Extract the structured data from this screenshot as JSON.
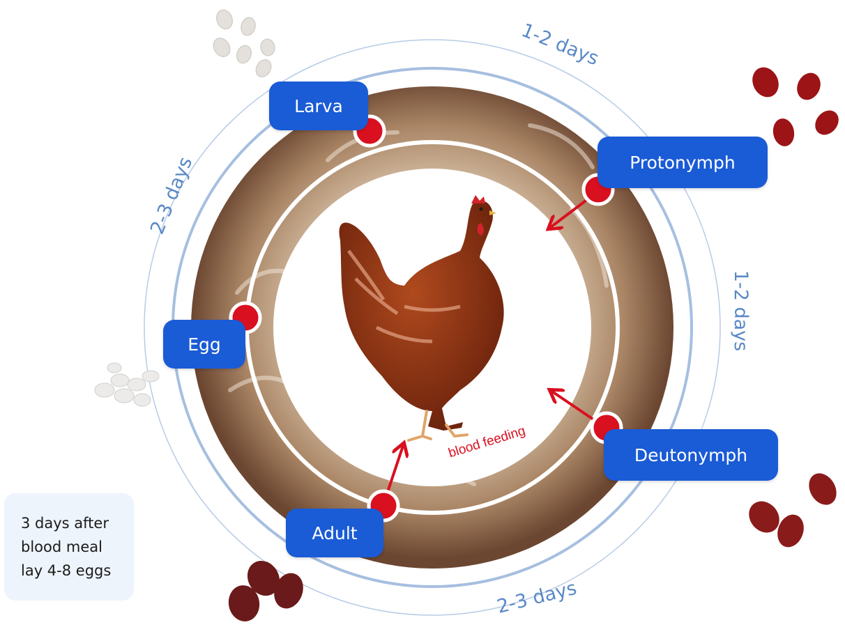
{
  "stages": [
    {
      "id": "larva",
      "label": "Larva"
    },
    {
      "id": "protonymph",
      "label": "Protonymph"
    },
    {
      "id": "deutonymph",
      "label": "Deutonymph"
    },
    {
      "id": "adult",
      "label": "Adult"
    },
    {
      "id": "egg",
      "label": "Egg"
    }
  ],
  "durations": {
    "egg_to_larva": "2-3 days",
    "larva_to_protonymph": "1-2 days",
    "protonymph_to_deutonymph": "1-2 days",
    "deutonymph_to_adult": "2-3 days"
  },
  "center_label": "blood feeding",
  "note": {
    "lines": [
      "3 days after",
      "blood meal",
      "lay 4-8 eggs"
    ]
  },
  "colors": {
    "stage_box": "#1a5bd6",
    "node": "#d9101f",
    "arrow": "#d9101f",
    "ring": "#a6bfe0",
    "duration_text": "#5a89c6",
    "hen": "#8d3214",
    "mite_red": "#9c1416",
    "mite_dark": "#6a1a1a",
    "egg": "#e6e6e6"
  }
}
